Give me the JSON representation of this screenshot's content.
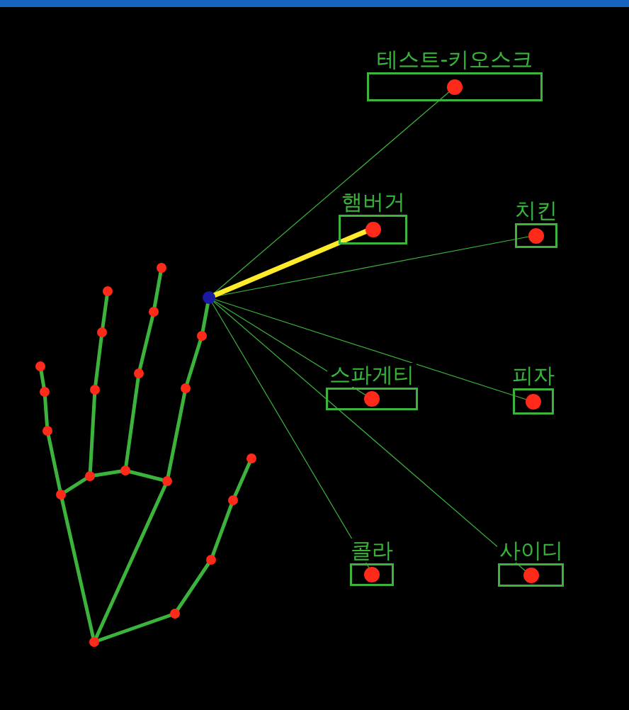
{
  "diagram": {
    "nodes": [
      {
        "text": [
          "테스트-키오스크"
        ]
      },
      {
        "text": [
          "햄버거"
        ]
      },
      {
        "text": [
          "치킨"
        ]
      },
      {
        "text": [
          "스파게티"
        ]
      },
      {
        "text": [
          "피자"
        ]
      },
      {
        "text": [
          "콜라"
        ]
      },
      {
        "text": [
          "사이디"
        ]
      }
    ]
  }
}
